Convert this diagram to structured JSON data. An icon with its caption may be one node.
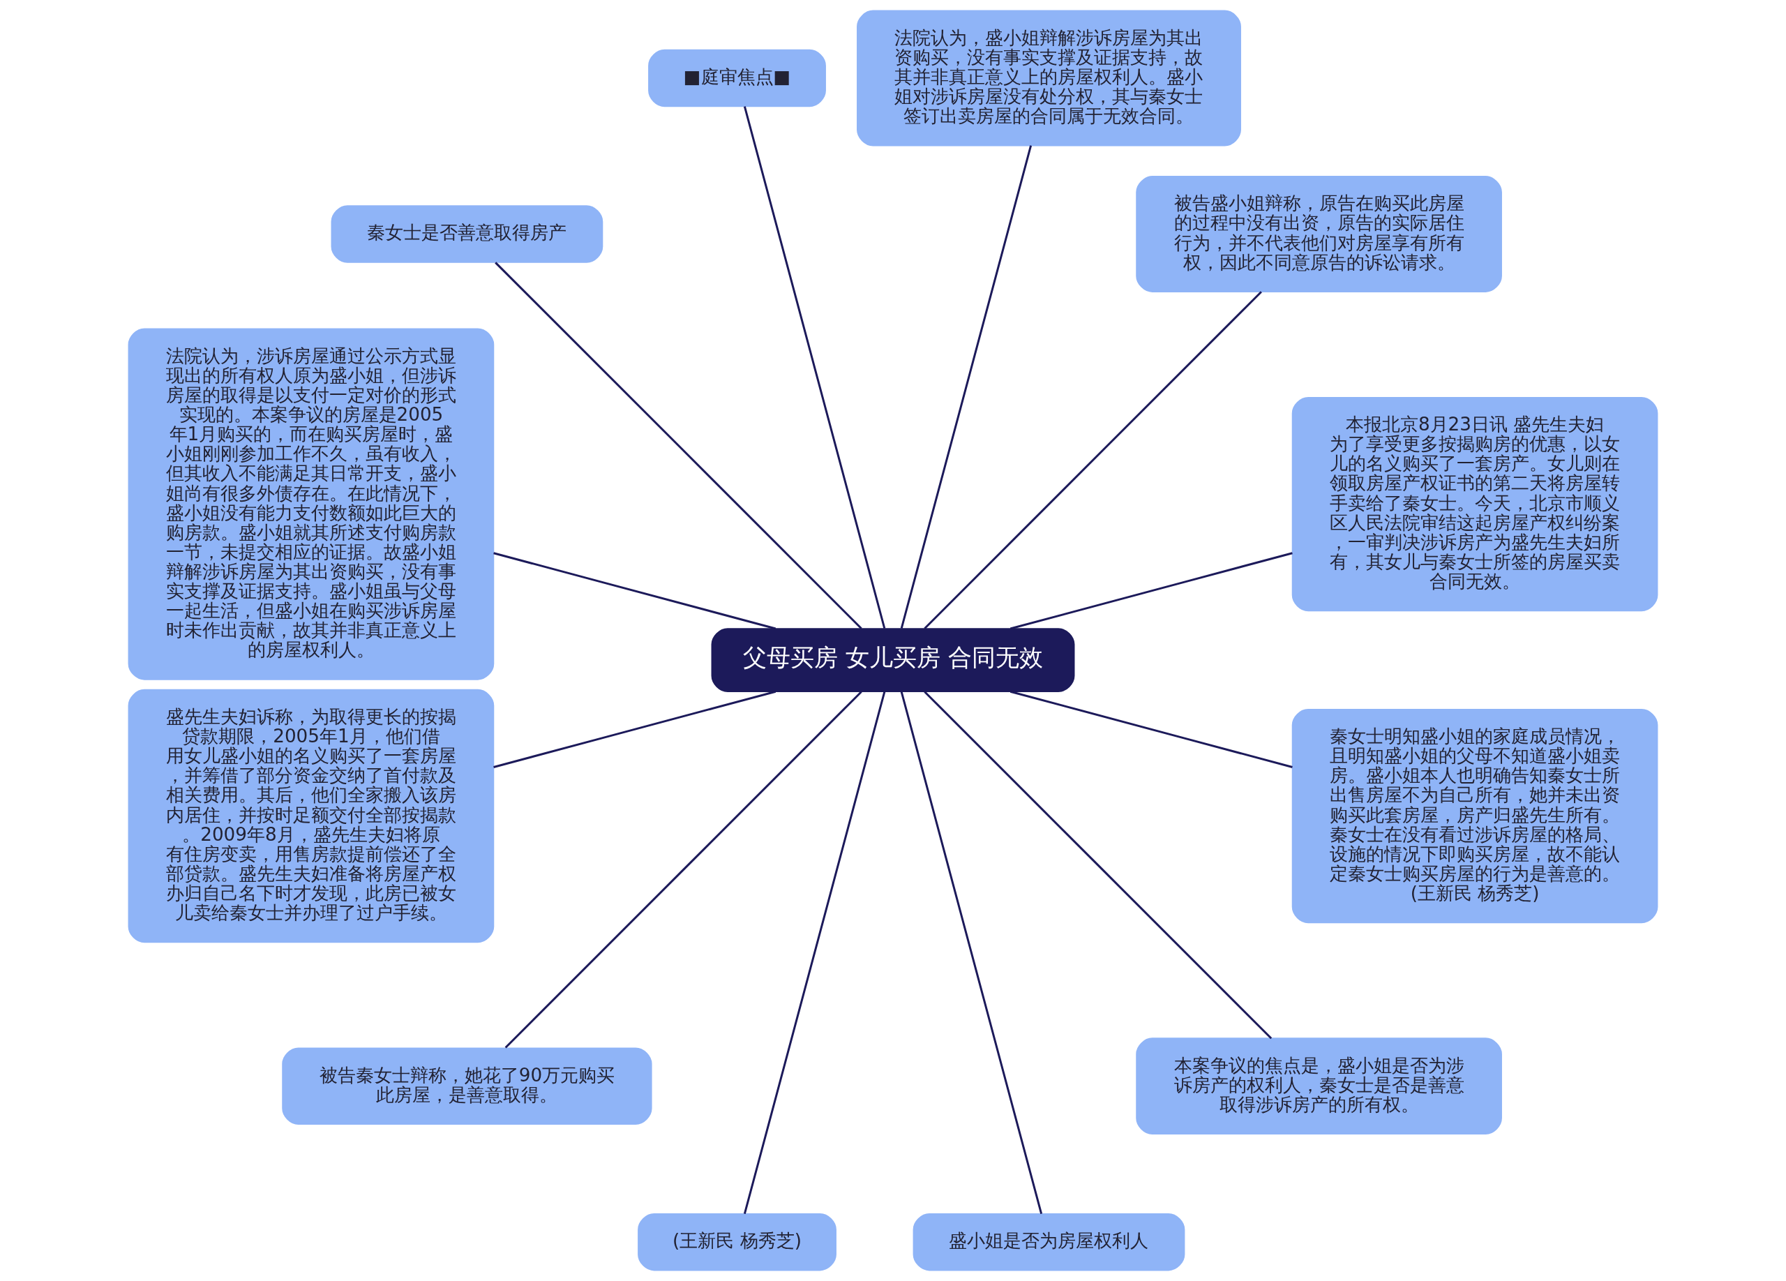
{
  "diagram": {
    "nodes": [
      {
        "text": [
          "父母买房 女儿买房 合同无效"
        ]
      },
      {
        "text": [
          "本报北京8月23日讯 盛先生夫妇为了享受更多按揭购房的优惠，以女儿的名义购买了一套房产。女儿则在领取房屋产权证书的第二天将房屋转手卖给了秦女士。今天，北京市顺义区人民法院审结这起房屋产权纠纷案，一审判决涉诉房产为盛先生夫妇所有，其女儿与秦女士所签的房屋买卖合同无效。"
        ]
      },
      {
        "text": [
          "被告盛小姐辩称，原告在购买此房屋的过程中没有出资，原告的实际居住行为，并不代表他们对房屋享有所有权，因此不同意原告的诉讼请求。"
        ]
      },
      {
        "text": [
          "法院认为，盛小姐辩解涉诉房屋为其出资购买，没有事实支撑及证据支持，故其并非真正意义上的房屋权利人。盛小姐对涉诉房屋没有处分权，其与秦女士签订出卖房屋的合同属于无效合同。"
        ]
      },
      {
        "text": [
          "■庭审焦点■"
        ]
      },
      {
        "text": [
          "秦女士是否善意取得房产"
        ]
      },
      {
        "text": [
          "法院认为，涉诉房屋通过公示方式显现出的所有权人原为盛小姐，但涉诉房屋的取得是以支付一定对价的形式实现的。本案争议的房屋是2005年1月购买的，而在购买房屋时，盛小姐刚刚参加工作不久，虽有收入，但其收入不能满足其日常开支，盛小姐尚有很多外债存在。在此情况下，盛小姐没有能力支付数额如此巨大的购房款。盛小姐就其所述支付购房款一节，未提交相应的证据。故盛小姐辩解涉诉房屋为其出资购买，没有事实支撑及证据支持。盛小姐虽与父母一起生活，但盛小姐在购买涉诉房屋时未作出贡献，故其并非真正意义上的房屋权利人。"
        ]
      },
      {
        "text": [
          "盛先生夫妇诉称，为取得更长的按揭贷款期限，2005年1月，他们借用女儿盛小姐的名义购买了一套房屋，并筹借了部分资金交纳了首付款及相关费用。其后，他们全家搬入该房内居住，并按时足额交付全部按揭款。2009年8月，盛先生夫妇将原有住房变卖，用售房款提前偿还了全部贷款。盛先生夫妇准备将房屋产权办归自己名下时才发现，此房已被女儿卖给秦女士并办理了过户手续。"
        ]
      },
      {
        "text": [
          "被告秦女士辩称，她花了90万元购买此房屋，是善意取得。"
        ]
      },
      {
        "text": [
          "(王新民 杨秀芝)"
        ]
      },
      {
        "text": [
          "盛小姐是否为房屋权利人"
        ]
      },
      {
        "text": [
          "本案争议的焦点是，盛小姐是否为涉诉房产的权利人，秦女士是否是善意取得涉诉房产的所有权。"
        ]
      },
      {
        "text": [
          "秦女士明知盛小姐的家庭成员情况，且明知盛小姐的父母不知道盛小姐卖房。盛小姐本人也明确告知秦女士所出售房屋不为自己所有，她并未出资购买此套房屋，房产归盛先生所有。秦女士在没有看过涉诉房屋的格局、设施的情况下即购买房屋，故不能认定秦女士购买房屋的行为是善意的。(王新民 杨秀芝)"
        ]
      }
    ],
    "edges": [
      {
        "from": 0,
        "to": 1,
        "arrow": "none"
      },
      {
        "from": 0,
        "to": 2,
        "arrow": "none"
      },
      {
        "from": 0,
        "to": 3,
        "arrow": "none"
      },
      {
        "from": 0,
        "to": 4,
        "arrow": "none"
      },
      {
        "from": 0,
        "to": 5,
        "arrow": "none"
      },
      {
        "from": 0,
        "to": 6,
        "arrow": "none"
      },
      {
        "from": 0,
        "to": 7,
        "arrow": "none"
      },
      {
        "from": 0,
        "to": 8,
        "arrow": "none"
      },
      {
        "from": 0,
        "to": 9,
        "arrow": "none"
      },
      {
        "from": 0,
        "to": 10,
        "arrow": "none"
      },
      {
        "from": 0,
        "to": 11,
        "arrow": "none"
      },
      {
        "from": 0,
        "to": 12,
        "arrow": "none"
      }
    ]
  }
}
